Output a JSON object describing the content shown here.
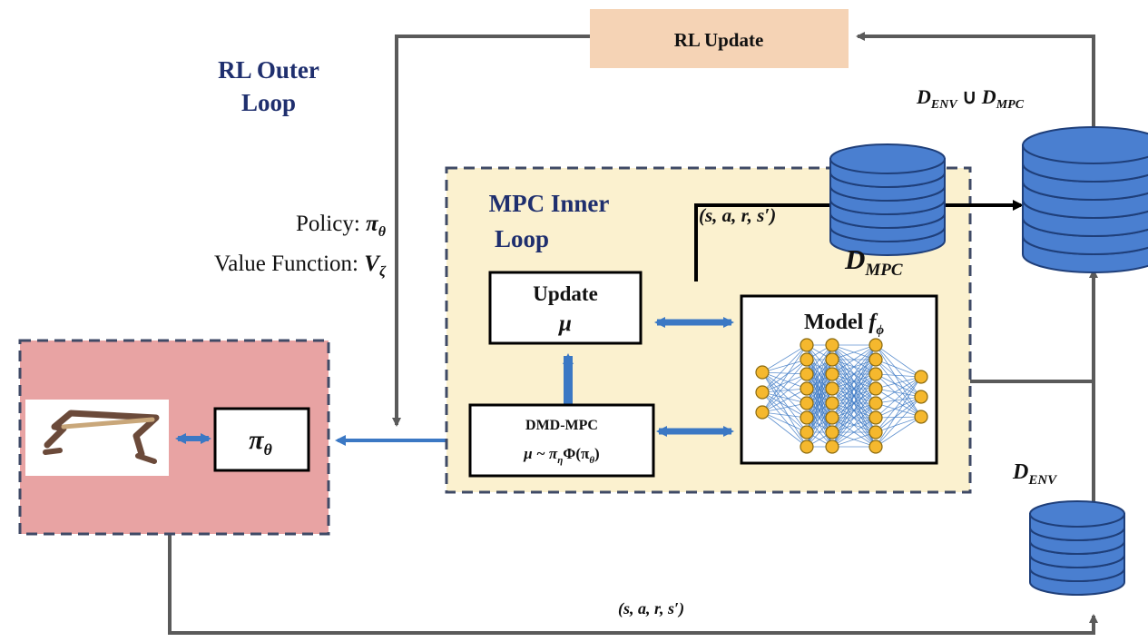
{
  "outer_loop": {
    "line1": "RL Outer",
    "line2": "Loop"
  },
  "rl_update": {
    "label": "RL Update"
  },
  "policy": {
    "policy_prefix": "Policy: ",
    "policy_symbol": "π",
    "policy_sub": "θ",
    "value_prefix": "Value Function: ",
    "value_symbol": "V",
    "value_sub": "ζ"
  },
  "inner_loop": {
    "line1": "MPC Inner",
    "line2": "Loop"
  },
  "update_box": {
    "line1": "Update",
    "line2": "μ"
  },
  "dmd_box": {
    "line1": "DMD-MPC",
    "line2_a": "μ ~ π",
    "line2_sub": "η",
    "line2_b": "Φ(π",
    "line2_sub2": "θ",
    "line2_c": ")"
  },
  "model_box": {
    "label": "Model ",
    "symbol": "f",
    "sub": "ϕ"
  },
  "agent_box": {
    "symbol": "π",
    "sub": "θ"
  },
  "buffers": {
    "mpc_name": "D",
    "mpc_sub": "MPC",
    "env_name": "D",
    "env_sub": "ENV",
    "union_a": "D",
    "union_a_sub": "ENV",
    "union_op": " ∪ ",
    "union_b": "D",
    "union_b_sub": "MPC"
  },
  "transition_top": "(s, a, r, s′)",
  "transition_bottom": "(s, a, r, s′)",
  "colors": {
    "arrow_gray": "#5a5a5a",
    "arrow_blue": "#3b78c4",
    "db_fill": "#4a7fd0",
    "db_stroke": "#1f3f7a",
    "rl_update_fill": "#f5d3b5",
    "inner_fill": "#fbf1cf",
    "agent_fill": "#e8a3a3",
    "neuron_fill": "#f5b82e",
    "title_navy": "#1f2f6e"
  }
}
